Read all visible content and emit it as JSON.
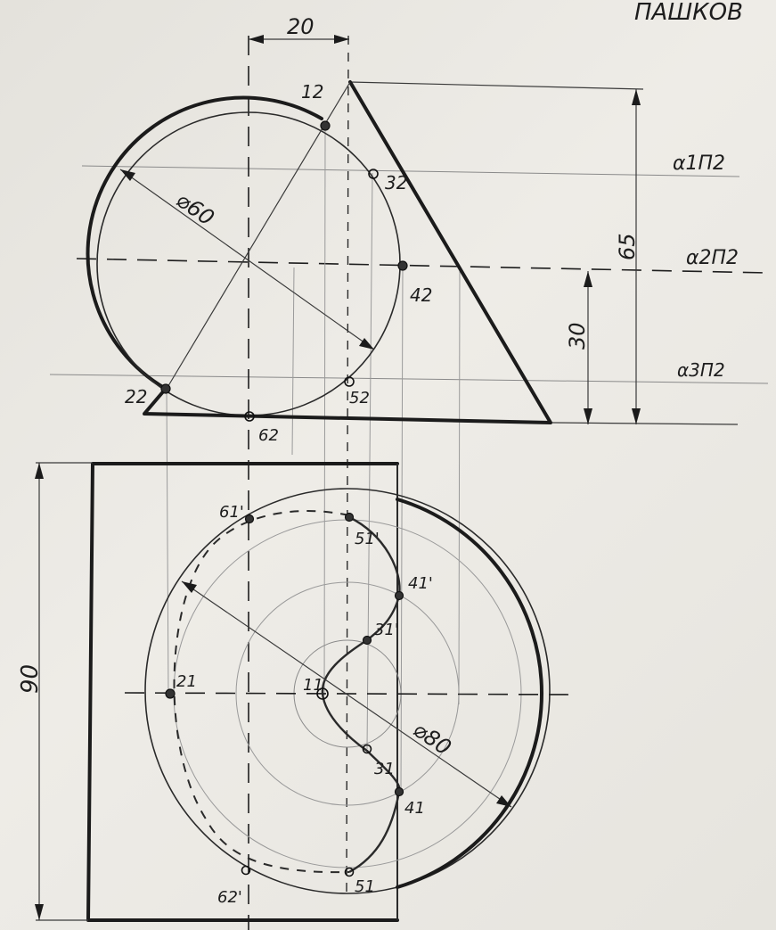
{
  "header_text": "ПАШКОВ",
  "dimensions": {
    "top_width": "20",
    "height_total": "65",
    "height_lower": "30",
    "sphere_diameter": "⌀60",
    "circle_diameter": "⌀80",
    "square_height": "90"
  },
  "planes": {
    "alpha1": "α1Π2",
    "alpha2": "α2Π2",
    "alpha3": "α3Π2"
  },
  "front_points": {
    "p1": "12",
    "p2": "22",
    "p3": "32",
    "p4": "42",
    "p5": "52",
    "p6": "62"
  },
  "plan_points": {
    "p1": "11",
    "p2": "21",
    "p3a": "31'",
    "p3b": "31",
    "p4a": "41'",
    "p4b": "41",
    "p5a": "51'",
    "p5b": "51",
    "p6a": "61'",
    "p6b": "62'"
  }
}
